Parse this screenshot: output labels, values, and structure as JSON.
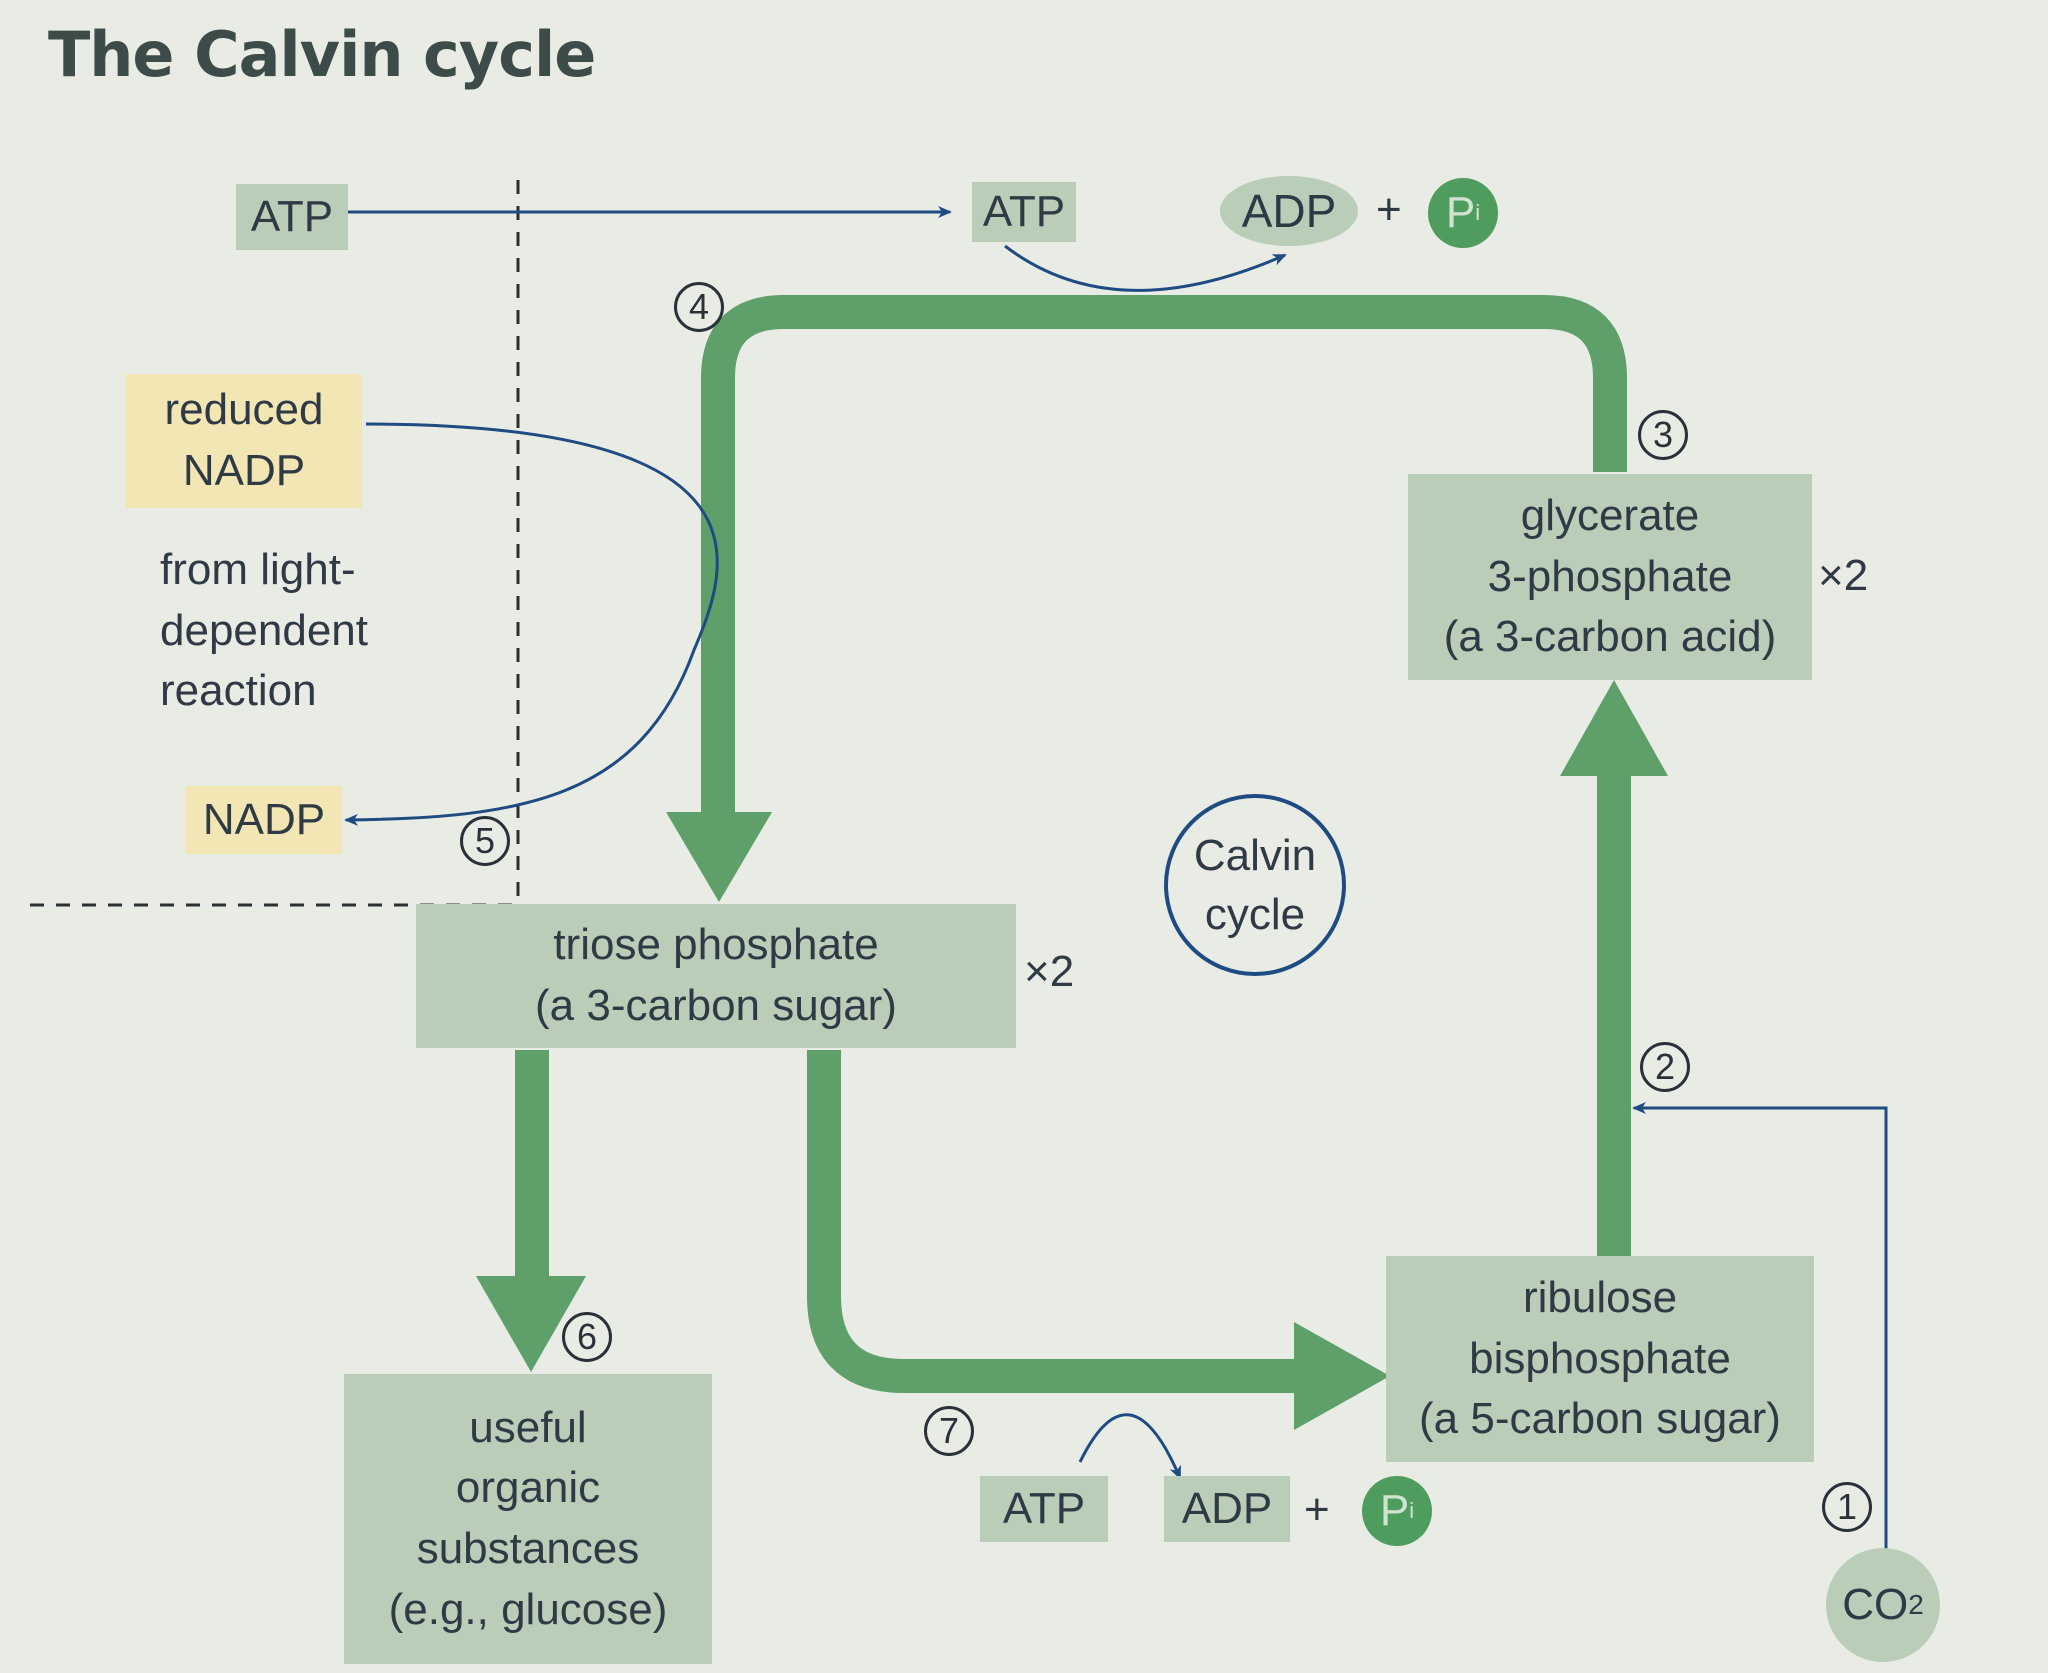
{
  "title": "The Calvin cycle",
  "top": {
    "atp_left": "ATP",
    "atp_right": "ATP",
    "adp": "ADP",
    "plus": "+",
    "pi_main": "P",
    "pi_sub": "i"
  },
  "left": {
    "reduced_nadp": [
      "reduced",
      "NADP"
    ],
    "source": [
      "from light-",
      "dependent",
      "reaction"
    ],
    "nadp": "NADP"
  },
  "boxes": {
    "glycerate": [
      "glycerate",
      "3-phosphate",
      "(a 3-carbon acid)"
    ],
    "glycerate_mult": "×2",
    "triose": [
      "triose phosphate",
      "(a 3-carbon sugar)"
    ],
    "triose_mult": "×2",
    "ribulose": [
      "ribulose",
      "bisphosphate",
      "(a 5-carbon sugar)"
    ],
    "useful": [
      "useful",
      "organic",
      "substances",
      "(e.g., glucose)"
    ]
  },
  "center": {
    "calvin": [
      "Calvin",
      "cycle"
    ]
  },
  "bottom": {
    "atp": "ATP",
    "adp": "ADP",
    "plus": "+",
    "pi_main": "P",
    "pi_sub": "i",
    "co2_main": "CO",
    "co2_sub": "2"
  },
  "steps": [
    "1",
    "2",
    "3",
    "4",
    "5",
    "6",
    "7"
  ],
  "colors": {
    "flow_arrow": "#5e9f6a",
    "box_fill": "#b9cdb8",
    "line_blue": "#1d4b82",
    "phosphate_circle": "#4f9c5f",
    "reduced_nadp_fill": "#f2e7b4"
  }
}
